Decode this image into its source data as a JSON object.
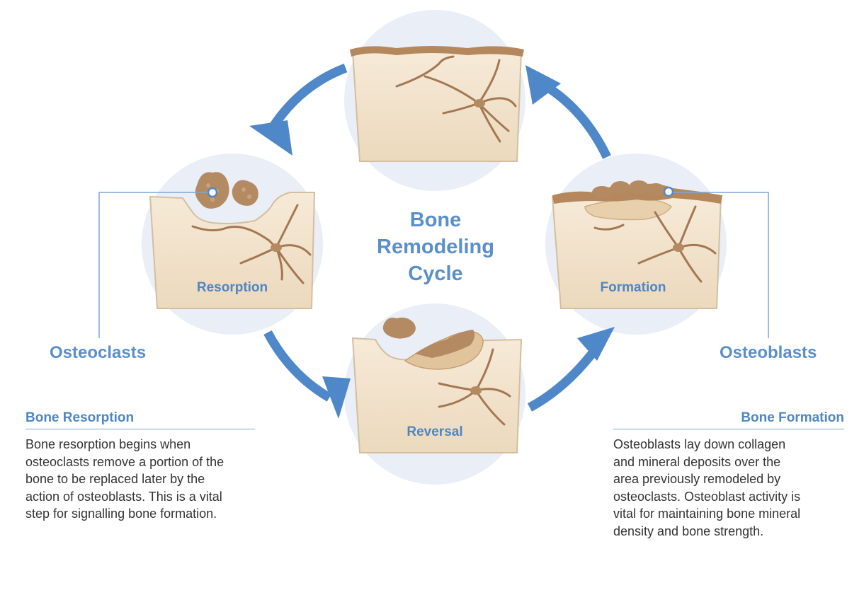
{
  "title": {
    "line1": "Bone",
    "line2": "Remodeling",
    "line3": "Cycle"
  },
  "stages": {
    "resorption": "Resorption",
    "reversal": "Reversal",
    "formation": "Formation"
  },
  "cells": {
    "left": "Osteoclasts",
    "right": "Osteoblasts"
  },
  "resorption_section": {
    "heading": "Bone Resorption",
    "lines": [
      "Bone resorption begins when",
      "osteoclasts remove a portion of the",
      "bone to be replaced later by the",
      "action of osteoblasts. This is a vital",
      "step for signalling bone formation."
    ]
  },
  "formation_section": {
    "heading": "Bone Formation",
    "lines": [
      "Osteoblasts lay down collagen",
      "and mineral deposits over the",
      "area previously remodeled by",
      "osteoclasts. Osteoblast activity is",
      "vital for maintaining bone mineral",
      "density and bone strength."
    ]
  },
  "colors": {
    "accent": "#5b8fc9",
    "arrow": "#4f88c9",
    "circle_bg": "#e9eef7",
    "bone": "#f3e4cd",
    "bone_edge": "#c9b69a",
    "cell": "#b48a62",
    "canal": "#a37752"
  }
}
